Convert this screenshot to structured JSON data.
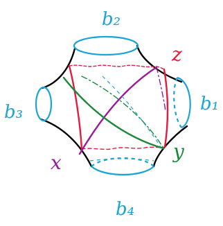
{
  "colors": {
    "outline": "#000000",
    "boundary": "#1aa3d6",
    "red": "#e31b3c",
    "purple": "#9b1a9b",
    "green": "#1a8a3a",
    "background": "#ffffff"
  },
  "labels": {
    "b2": "b₂",
    "b1": "b₁",
    "b3": "b₃",
    "b4": "b₄",
    "z": "z",
    "x": "x",
    "y": "y"
  }
}
